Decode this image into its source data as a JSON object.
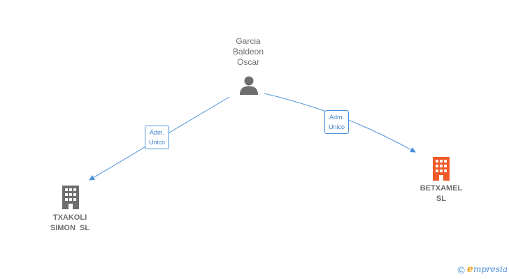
{
  "person": {
    "name_lines": [
      "Garcia",
      "Baldeon",
      "Oscar"
    ],
    "icon": "person-icon"
  },
  "companies": [
    {
      "id": "txakoli",
      "name_lines": [
        "TXAKOLI",
        "SIMON  SL"
      ],
      "icon": "building-icon",
      "color": "#6e6e6e"
    },
    {
      "id": "betxamel",
      "name_lines": [
        "BETXAMEL",
        "SL"
      ],
      "icon": "building-icon",
      "color": "#f05a28"
    }
  ],
  "relations": [
    {
      "from": "person",
      "to": "txakoli",
      "label_lines": [
        "Adm.",
        "Unico"
      ]
    },
    {
      "from": "person",
      "to": "betxamel",
      "label_lines": [
        "Adm.",
        "Unico"
      ]
    }
  ],
  "colors": {
    "edge": "#4a90d9",
    "label_text": "#6e6e6e",
    "person_icon": "#6e6e6e",
    "company_default": "#6e6e6e",
    "company_highlight": "#f05a28"
  },
  "brand": {
    "copyright_symbol": "©",
    "logo_initial": "e",
    "logo_rest": "mpresia"
  }
}
